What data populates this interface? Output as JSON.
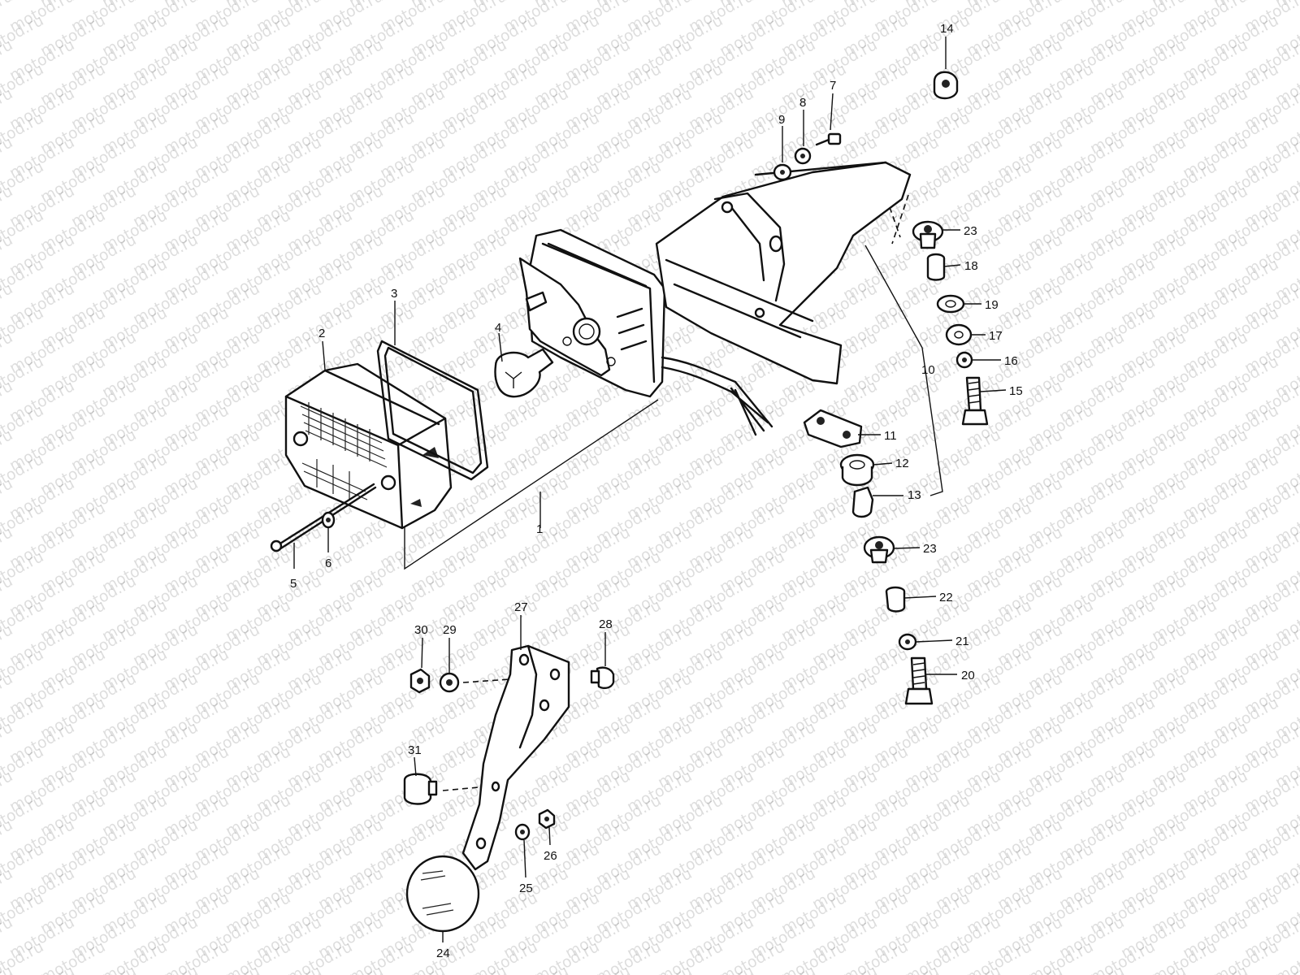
{
  "watermark": {
    "text": "motod.ru"
  },
  "callouts": [
    "1",
    "2",
    "3",
    "4",
    "5",
    "6",
    "7",
    "8",
    "9",
    "10",
    "11",
    "12",
    "13",
    "14",
    "15",
    "16",
    "17",
    "18",
    "19",
    "20",
    "21",
    "22",
    "23",
    "23",
    "24",
    "25",
    "26",
    "27",
    "28",
    "29",
    "30",
    "31"
  ]
}
